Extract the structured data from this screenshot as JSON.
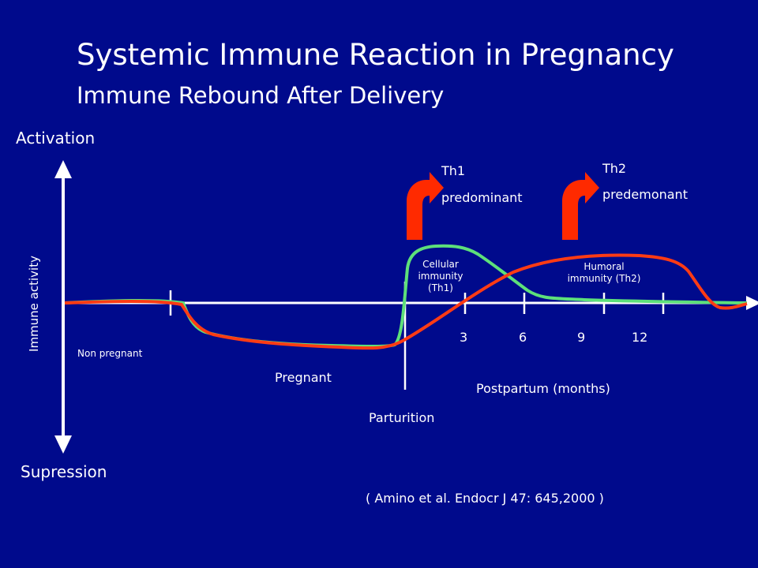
{
  "title": "Systemic Immune Reaction in Pregnancy",
  "subtitle": "Immune Rebound After Delivery",
  "y_axis": {
    "top_label": "Activation",
    "bottom_label": "Supression",
    "label": "Immune activity"
  },
  "phases": {
    "non_pregnant": "Non pregnant",
    "pregnant": "Pregnant",
    "parturition": "Parturition",
    "postpartum": "Postpartum (months)"
  },
  "ticks": [
    "3",
    "6",
    "9",
    "12"
  ],
  "th1": {
    "line1": "Th1",
    "line2": "predominant"
  },
  "th2": {
    "line1": "Th2",
    "line2": "predemonant"
  },
  "cellular": {
    "line1": "Cellular",
    "line2": "immunity",
    "line3": "(Th1)"
  },
  "humoral": {
    "line1": "Humoral",
    "line2": "immunity (Th2)"
  },
  "citation": "( Amino et al. Endocr J 47: 645,2000 )",
  "colors": {
    "background": "#000a8c",
    "th1_curve": "#5de07a",
    "th2_curve": "#ff3b14",
    "arrow": "#ff2a00",
    "axis": "#ffffff"
  }
}
